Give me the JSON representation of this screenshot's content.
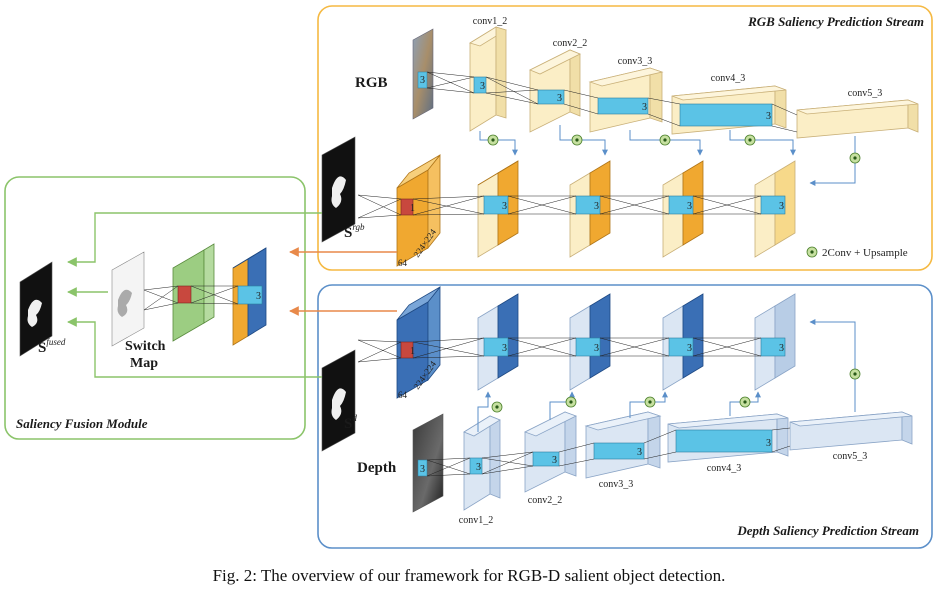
{
  "streams": {
    "rgb_title": "RGB Saliency Prediction Stream",
    "depth_title": "Depth Saliency Prediction Stream",
    "fusion_title": "Saliency Fusion Module"
  },
  "inputs": {
    "rgb_label": "RGB",
    "depth_label": "Depth"
  },
  "rgb_encoder": {
    "conv1": "conv1_2",
    "conv2": "conv2_2",
    "conv3": "conv3_3",
    "conv4": "conv4_3",
    "conv5": "conv5_3"
  },
  "depth_encoder": {
    "conv1": "conv1_2",
    "conv2": "conv2_2",
    "conv3": "conv3_3",
    "conv4": "conv4_3",
    "conv5": "conv5_3"
  },
  "kernel_sizes": {
    "three": "3",
    "one": "1"
  },
  "decoder": {
    "channels": "64",
    "resolution": "224×224"
  },
  "outputs": {
    "s_base": "S",
    "s_rgb_sup": "rgb",
    "s_d_sup": "d",
    "s_fused_sup": "fused"
  },
  "fusion": {
    "switch_label": "Switch",
    "map_label": "Map"
  },
  "legend": {
    "label": "2Conv + Upsample"
  },
  "colors": {
    "rgb_box": "#f5b942",
    "depth_box": "#5b8fc9",
    "fusion_box": "#8bc46a",
    "orange_block": "#f0a830",
    "blue_block": "#3a6fb5",
    "light_cream": "#fbeec6",
    "light_blue": "#dbe6f3",
    "cyan": "#5bc3e6",
    "red": "#c8483e",
    "green_block": "#9ccd82",
    "arrow_orange": "#e8894a",
    "arrow_blue": "#5b8fc9",
    "arrow_green": "#8bc46a"
  },
  "caption": "Fig. 2: The overview of our framework for RGB-D salient object detection."
}
